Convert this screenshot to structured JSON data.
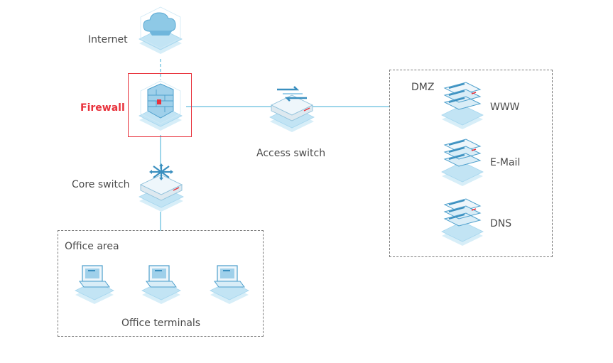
{
  "nodes": {
    "internet": "Internet",
    "firewall": "Firewall",
    "core_switch": "Core switch",
    "access_switch": "Access switch",
    "www": "WWW",
    "email": "E-Mail",
    "dns": "DNS",
    "office_terminals": "Office terminals"
  },
  "zones": {
    "dmz": "DMZ",
    "office": "Office area"
  },
  "icons": {
    "internet": "cloud-icon",
    "firewall": "firewall-icon",
    "core_switch": "core-switch-icon",
    "access_switch": "access-switch-icon",
    "server": "server-icon",
    "terminal": "terminal-icon"
  },
  "colors": {
    "link": "#7ec8e3",
    "highlight": "#e8323c",
    "icon_base": "#bfe3f3",
    "icon_dark": "#3a8fbf"
  }
}
